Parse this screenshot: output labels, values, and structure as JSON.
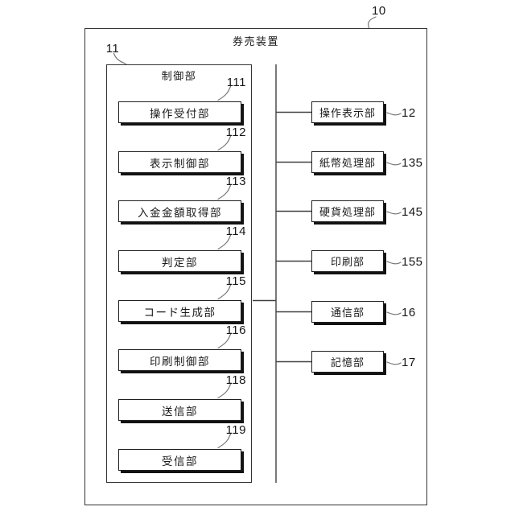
{
  "figure": {
    "device": {
      "ref": "10",
      "title": "券売装置"
    },
    "controller": {
      "ref": "11",
      "title": "制御部",
      "blocks": [
        {
          "ref": "111",
          "label": "操作受付部"
        },
        {
          "ref": "112",
          "label": "表示制御部"
        },
        {
          "ref": "113",
          "label": "入金金額取得部"
        },
        {
          "ref": "114",
          "label": "判定部"
        },
        {
          "ref": "115",
          "label": "コード生成部"
        },
        {
          "ref": "116",
          "label": "印刷制御部"
        },
        {
          "ref": "118",
          "label": "送信部"
        },
        {
          "ref": "119",
          "label": "受信部"
        }
      ]
    },
    "peripherals": [
      {
        "ref": "12",
        "label": "操作表示部"
      },
      {
        "ref": "135",
        "label": "紙幣処理部"
      },
      {
        "ref": "145",
        "label": "硬貨処理部"
      },
      {
        "ref": "155",
        "label": "印刷部"
      },
      {
        "ref": "16",
        "label": "通信部"
      },
      {
        "ref": "17",
        "label": "記憶部"
      }
    ],
    "colors": {
      "line": "#404040",
      "leader": "#757575",
      "border": "#1f1f1f",
      "shadow": "#121212",
      "text": "#1a1a1a",
      "bg": "#ffffff"
    }
  }
}
